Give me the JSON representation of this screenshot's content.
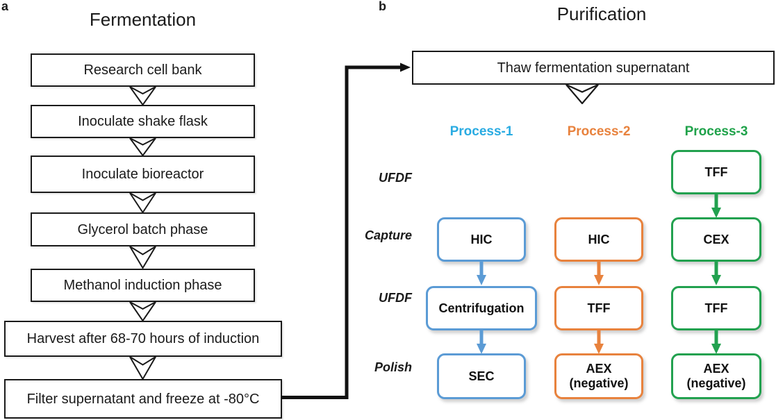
{
  "panel_a": {
    "label": "a",
    "title": "Fermentation",
    "steps": [
      {
        "label": "Research cell bank"
      },
      {
        "label": "Inoculate shake flask"
      },
      {
        "label": "Inoculate bioreactor"
      },
      {
        "label": "Glycerol batch phase"
      },
      {
        "label": "Methanol induction phase"
      },
      {
        "label": "Harvest after 68-70 hours of induction"
      },
      {
        "label": "Filter supernatant and freeze at -80°C"
      }
    ]
  },
  "panel_b": {
    "label": "b",
    "title": "Purification",
    "thaw_box_label": "Thaw fermentation supernatant",
    "stage_labels": [
      "UFDF",
      "Capture",
      "UFDF",
      "Polish"
    ],
    "processes": [
      {
        "name": "Process-1",
        "header_color": "#29ABE2",
        "box_color": "#5B9BD5",
        "steps": [
          {
            "stage": "Capture",
            "label": "HIC"
          },
          {
            "stage": "UFDF",
            "label": "Centrifugation"
          },
          {
            "stage": "Polish",
            "label": "SEC"
          }
        ]
      },
      {
        "name": "Process-2",
        "header_color": "#E8823D",
        "box_color": "#E8823D",
        "steps": [
          {
            "stage": "Capture",
            "label": "HIC"
          },
          {
            "stage": "UFDF",
            "label": "TFF"
          },
          {
            "stage": "Polish",
            "label": "AEX\n(negative)"
          }
        ]
      },
      {
        "name": "Process-3",
        "header_color": "#1FA24A",
        "box_color": "#22A14F",
        "steps": [
          {
            "stage": "UFDF",
            "label": "TFF"
          },
          {
            "stage": "Capture",
            "label": "CEX"
          },
          {
            "stage": "UFDF",
            "label": "TFF"
          },
          {
            "stage": "Polish",
            "label": "AEX\n(negative)"
          }
        ]
      }
    ]
  }
}
